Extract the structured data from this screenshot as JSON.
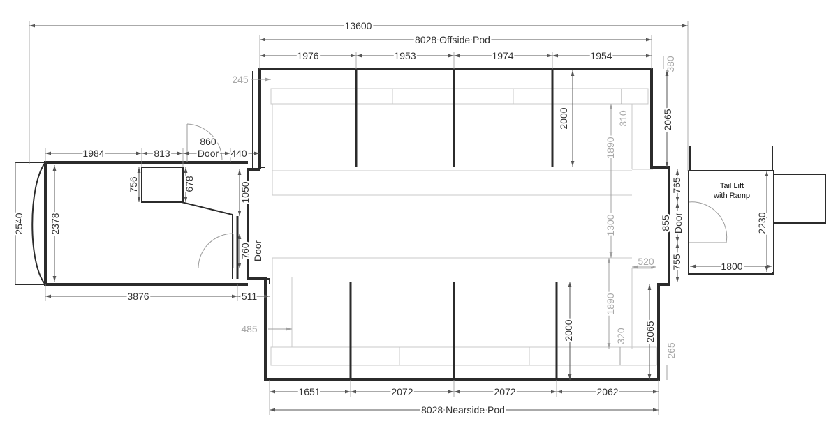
{
  "overall": {
    "length": "13600"
  },
  "offside_pod": {
    "label": "8028 Offside Pod",
    "bays": [
      "1976",
      "1953",
      "1974",
      "1954"
    ],
    "top_gap": "380",
    "left_step": "245",
    "bay_depth": "2000",
    "right_depth": "2065",
    "inner_offset": "310",
    "inner_depth": "1890"
  },
  "nearside_pod": {
    "label": "8028 Nearside Pod",
    "bays": [
      "1651",
      "2072",
      "2072",
      "2062"
    ],
    "bottom_gap": "265",
    "left_step": "485",
    "bay_depth": "2000",
    "right_depth": "2065",
    "inner_offset": "320",
    "inner_depth": "1890",
    "corner_step": "520"
  },
  "front_cab": {
    "widths": [
      "1984",
      "813"
    ],
    "door_width": "860",
    "door_label": "Door",
    "step": "440",
    "overall_width": "2540",
    "inner_width": "2378",
    "length": "3876",
    "offset": "511",
    "cabinet_depth": "756",
    "cabinet_depth_2": "678",
    "side_wall": "1050",
    "side_door": "760",
    "side_door_label": "Door"
  },
  "corridor": {
    "width": "1300"
  },
  "rear": {
    "upper": "765",
    "door": "855",
    "door_label": "Door",
    "lower": "755",
    "lift_width": "2230",
    "lift_depth": "1800",
    "lift_label_1": "Tail Lift",
    "lift_label_2": "with Ramp"
  }
}
